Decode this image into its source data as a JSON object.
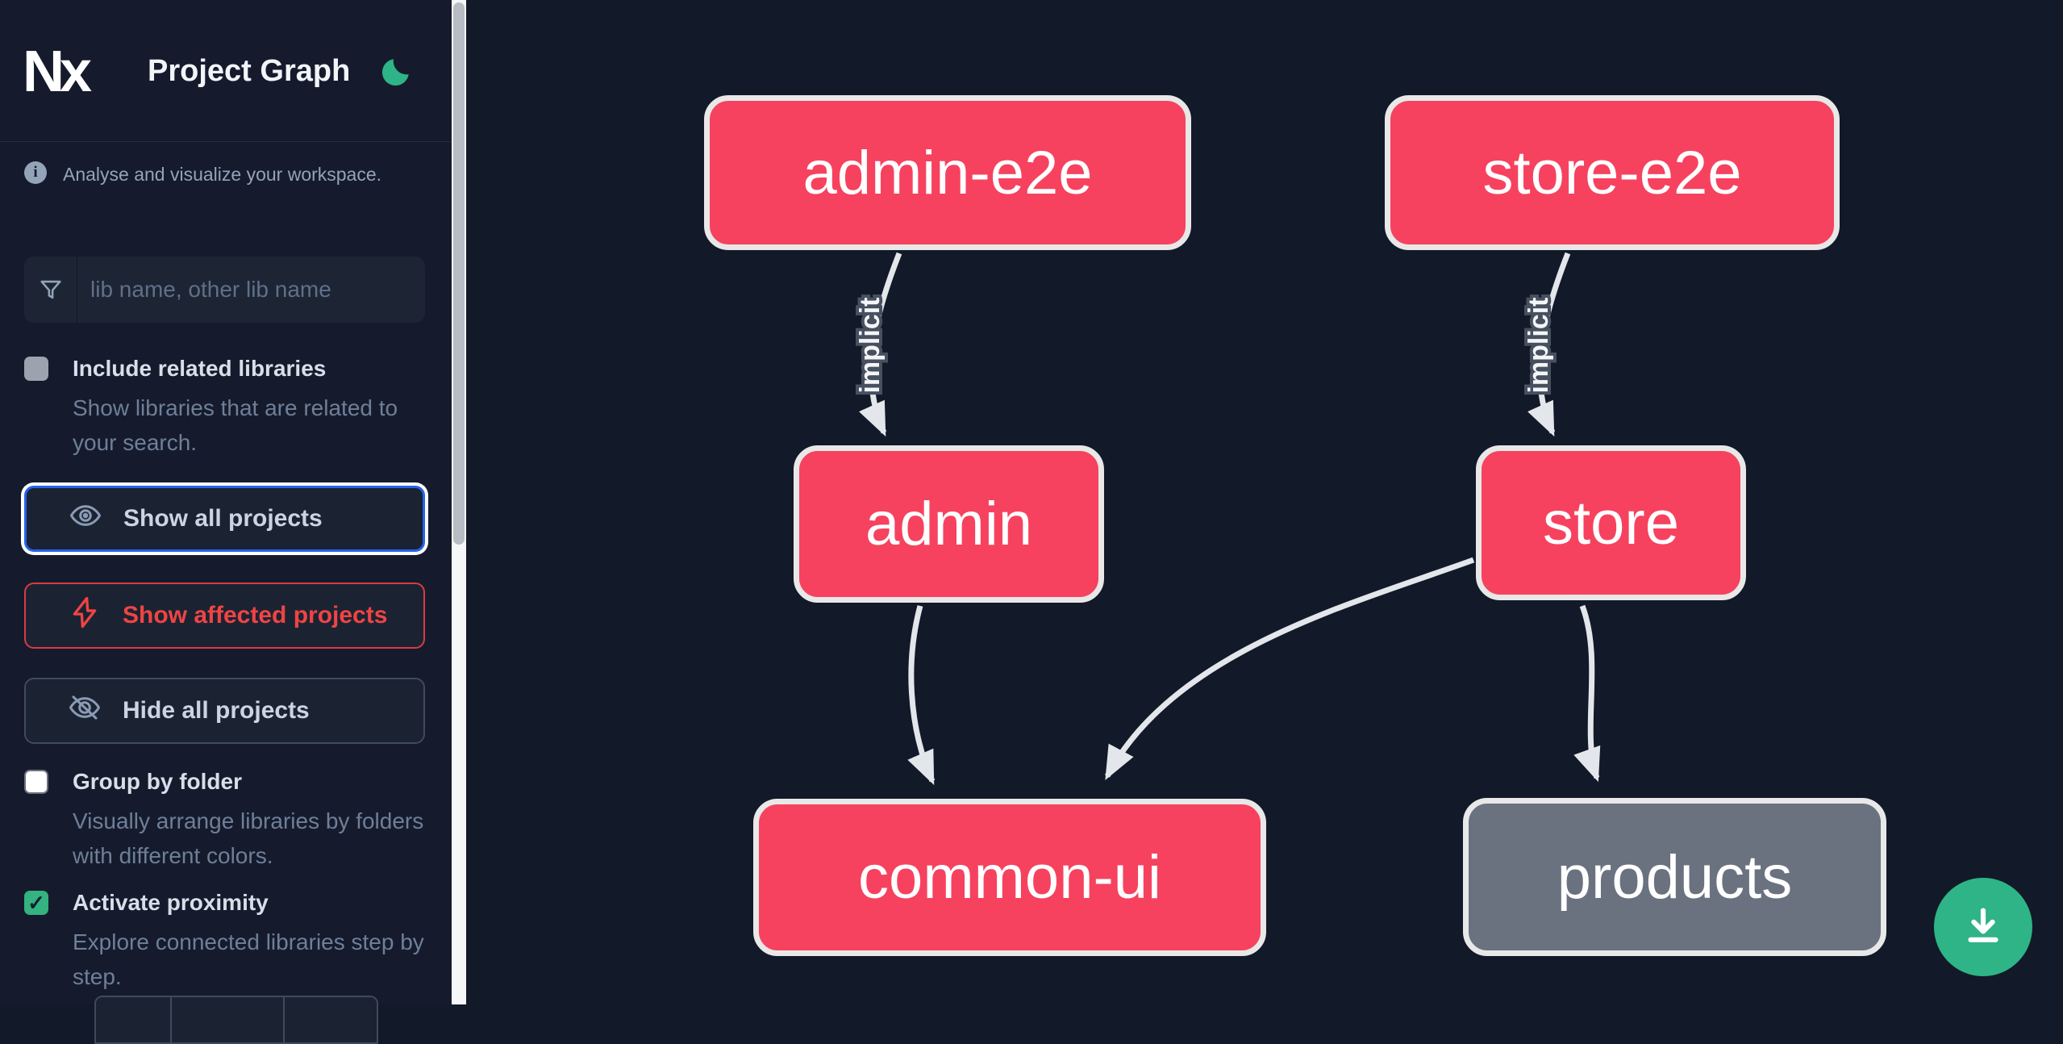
{
  "app": {
    "title": "Project Graph",
    "logo_text": "Nx"
  },
  "sidebar": {
    "tagline": "Analyse and visualize your workspace.",
    "search": {
      "placeholder": "lib name, other lib name"
    },
    "toggles": [
      {
        "label": "Include related libraries",
        "description": "Show libraries that are related to your search.",
        "checked": false
      },
      {
        "label": "Group by folder",
        "description": "Visually arrange libraries by folders with different colors.",
        "checked": false
      },
      {
        "label": "Activate proximity",
        "description": "Explore connected libraries step by step.",
        "checked": true
      }
    ],
    "check_glyph": "✓",
    "actions": [
      {
        "label": "Show all projects",
        "icon": "eye-icon",
        "state": "focused"
      },
      {
        "label": "Show affected projects",
        "icon": "bolt-icon",
        "state": "affected"
      },
      {
        "label": "Hide all projects",
        "icon": "eye-off-icon",
        "state": "default"
      }
    ]
  },
  "graph": {
    "nodes": [
      {
        "id": "admin-e2e",
        "label": "admin-e2e",
        "color": "pink"
      },
      {
        "id": "store-e2e",
        "label": "store-e2e",
        "color": "pink"
      },
      {
        "id": "admin",
        "label": "admin",
        "color": "pink"
      },
      {
        "id": "store",
        "label": "store",
        "color": "pink"
      },
      {
        "id": "common-ui",
        "label": "common-ui",
        "color": "pink"
      },
      {
        "id": "products",
        "label": "products",
        "color": "gray"
      }
    ],
    "edges": [
      {
        "source": "admin-e2e",
        "target": "admin",
        "label": "implicit"
      },
      {
        "source": "store-e2e",
        "target": "store",
        "label": "implicit"
      },
      {
        "source": "admin",
        "target": "common-ui",
        "label": ""
      },
      {
        "source": "store",
        "target": "common-ui",
        "label": ""
      },
      {
        "source": "store",
        "target": "products",
        "label": ""
      }
    ]
  },
  "fab": {
    "icon": "download-icon"
  },
  "colors": {
    "node_pink": "#f6425f",
    "node_gray": "#6a7280",
    "accent_green": "#2eb486",
    "affected_red": "#ef4444",
    "focus_blue": "#2563eb",
    "edge_gray": "#e3e6ea"
  }
}
